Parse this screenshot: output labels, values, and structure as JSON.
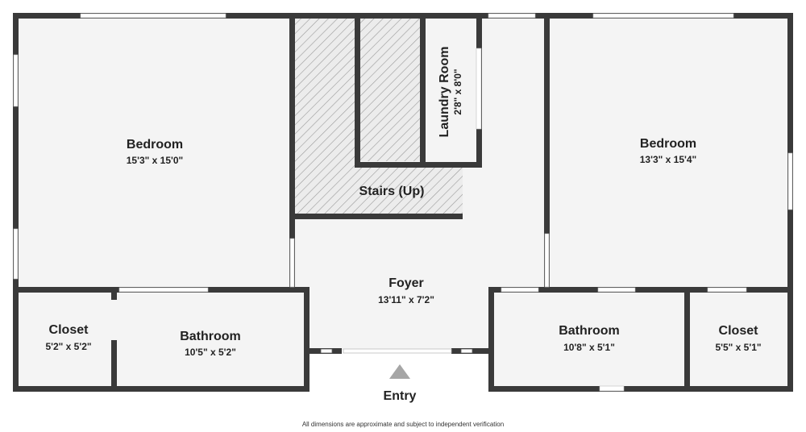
{
  "rooms": {
    "bedroom_left": {
      "name": "Bedroom",
      "dimensions": "15'3\" x 15'0\""
    },
    "bedroom_right": {
      "name": "Bedroom",
      "dimensions": "13'3\" x 15'4\""
    },
    "laundry": {
      "name": "Laundry Room",
      "dimensions": "2'8\" x 8'0\""
    },
    "stairs": {
      "name": "Stairs (Up)"
    },
    "foyer": {
      "name": "Foyer",
      "dimensions": "13'11\" x 7'2\""
    },
    "closet_left": {
      "name": "Closet",
      "dimensions": "5'2\" x 5'2\""
    },
    "bathroom_left": {
      "name": "Bathroom",
      "dimensions": "10'5\" x 5'2\""
    },
    "bathroom_right": {
      "name": "Bathroom",
      "dimensions": "10'8\" x 5'1\""
    },
    "closet_right": {
      "name": "Closet",
      "dimensions": "5'5\" x 5'1\""
    }
  },
  "entry": {
    "label": "Entry"
  },
  "footer": {
    "note": "All dimensions are approximate and subject to independent verification"
  },
  "colors": {
    "wall": "#3a3a3a",
    "floor": "#f4f4f4",
    "hatch": "#9a9a9a",
    "window": "#ffffff",
    "entry_arrow": "#a6a6a6"
  }
}
